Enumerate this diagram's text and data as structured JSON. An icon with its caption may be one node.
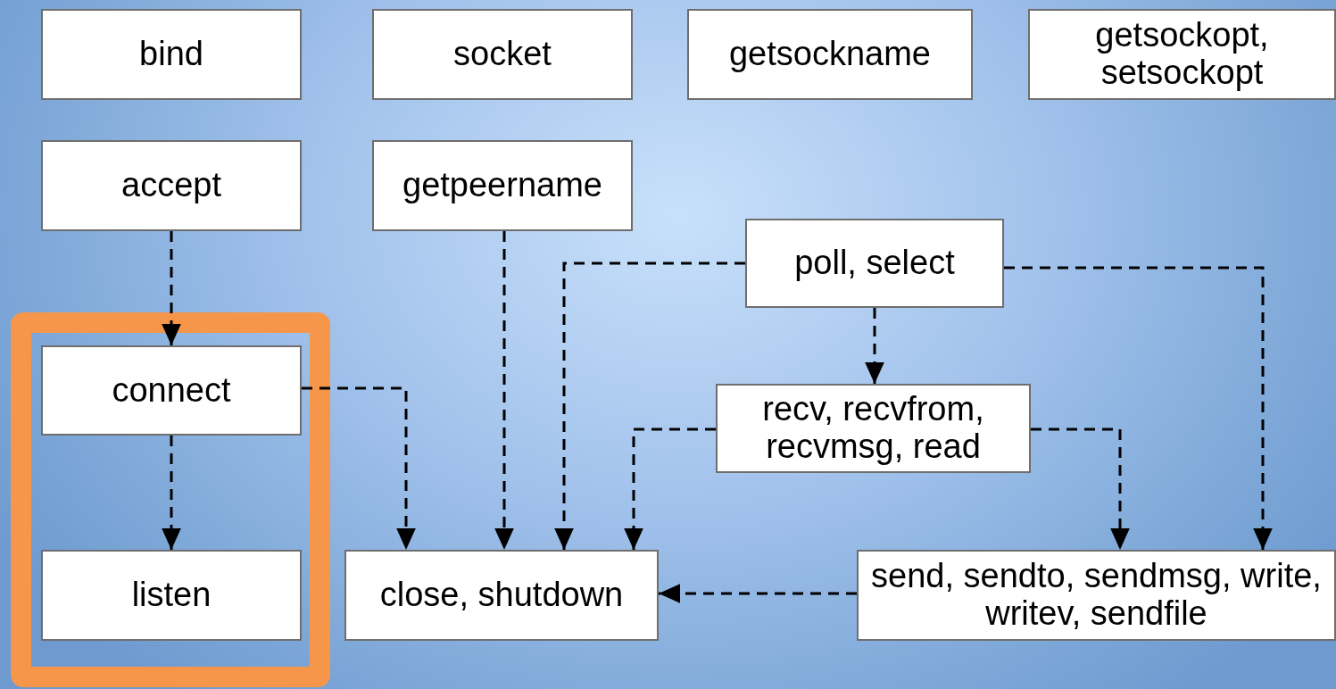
{
  "diagram": {
    "nodes": [
      {
        "text": [
          "bind"
        ]
      },
      {
        "text": [
          "socket"
        ]
      },
      {
        "text": [
          "getsockname"
        ]
      },
      {
        "text": [
          "getsockopt, setsockopt"
        ]
      },
      {
        "text": [
          "accept"
        ]
      },
      {
        "text": [
          "getpeername"
        ]
      },
      {
        "text": [
          "poll, select"
        ]
      },
      {
        "text": [],
        "shape": "box"
      },
      {
        "text": [
          "connect"
        ],
        "in": 7
      },
      {
        "text": [
          "recv, recvfrom, recvmsg, read"
        ]
      },
      {
        "text": [
          "listen"
        ],
        "in": 7
      },
      {
        "text": [
          "close, shutdown"
        ]
      },
      {
        "text": [
          "send, sendto, sendmsg, write, writev, sendfile"
        ]
      }
    ],
    "edges": [
      {
        "from": 4,
        "to": 8,
        "arrow": "to"
      },
      {
        "from": 8,
        "to": 10,
        "arrow": "to"
      },
      {
        "from": 8,
        "to": 11,
        "arrow": "to"
      },
      {
        "from": 5,
        "to": 11,
        "arrow": "to"
      },
      {
        "from": 6,
        "to": 11,
        "arrow": "to"
      },
      {
        "from": 6,
        "to": 9,
        "arrow": "to"
      },
      {
        "from": 6,
        "to": 12,
        "arrow": "to"
      },
      {
        "from": 9,
        "to": 11,
        "arrow": "to"
      },
      {
        "from": 9,
        "to": 12,
        "arrow": "to"
      },
      {
        "from": 12,
        "to": 11,
        "arrow": "to"
      }
    ]
  }
}
